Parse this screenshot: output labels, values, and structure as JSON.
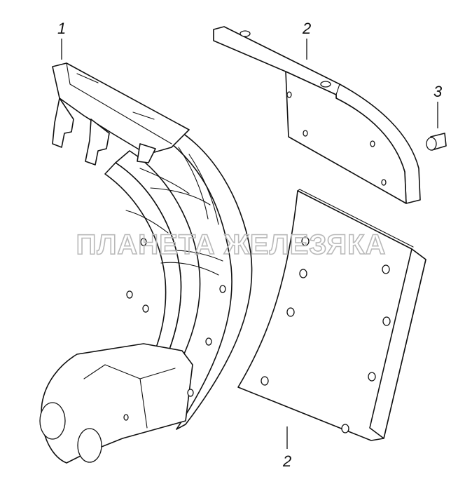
{
  "watermark": "ПЛАНЕТА ЖЕЛЕЗЯКА",
  "callouts": {
    "shoe": "1",
    "upper_lining": "2",
    "rivet": "3",
    "lower_lining": "2"
  },
  "colors": {
    "line": "#111111",
    "background": "#ffffff",
    "watermark": "#b9b9b9"
  }
}
